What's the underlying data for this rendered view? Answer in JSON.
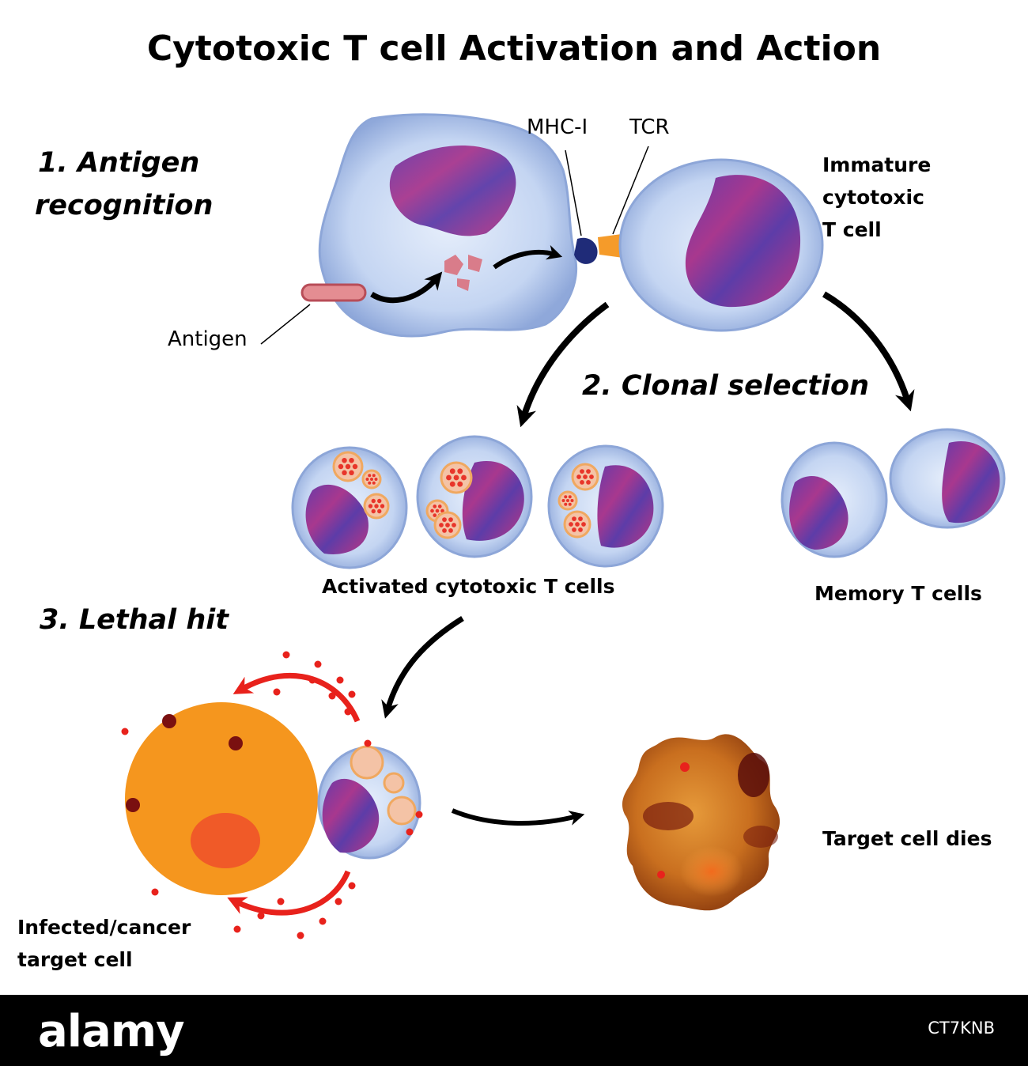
{
  "title": "Cytotoxic T cell Activation and Action",
  "steps": {
    "step1_line1": "1. Antigen",
    "step1_line2": "recognition",
    "step2": "2. Clonal selection",
    "step3": "3. Lethal hit"
  },
  "labels": {
    "mhc": "MHC-I",
    "tcr": "TCR",
    "antigen": "Antigen",
    "immature_line1": "Immature",
    "immature_line2": "cytotoxic",
    "immature_line3": "T cell",
    "activated": "Activated cytotoxic T cells",
    "memory": "Memory T cells",
    "target_dies": "Target cell dies",
    "infected_line1": "Infected/cancer",
    "infected_line2": "target cell"
  },
  "watermark": {
    "logo": "alamy",
    "code": "CT7KNB"
  },
  "colors": {
    "cell_membrane": "#b7cdf0",
    "nucleus": "#7a3aa0",
    "target_cell": "#f5961e",
    "granule": "#e8352a",
    "arrow_black": "#000000",
    "arrow_red": "#e8221c"
  }
}
